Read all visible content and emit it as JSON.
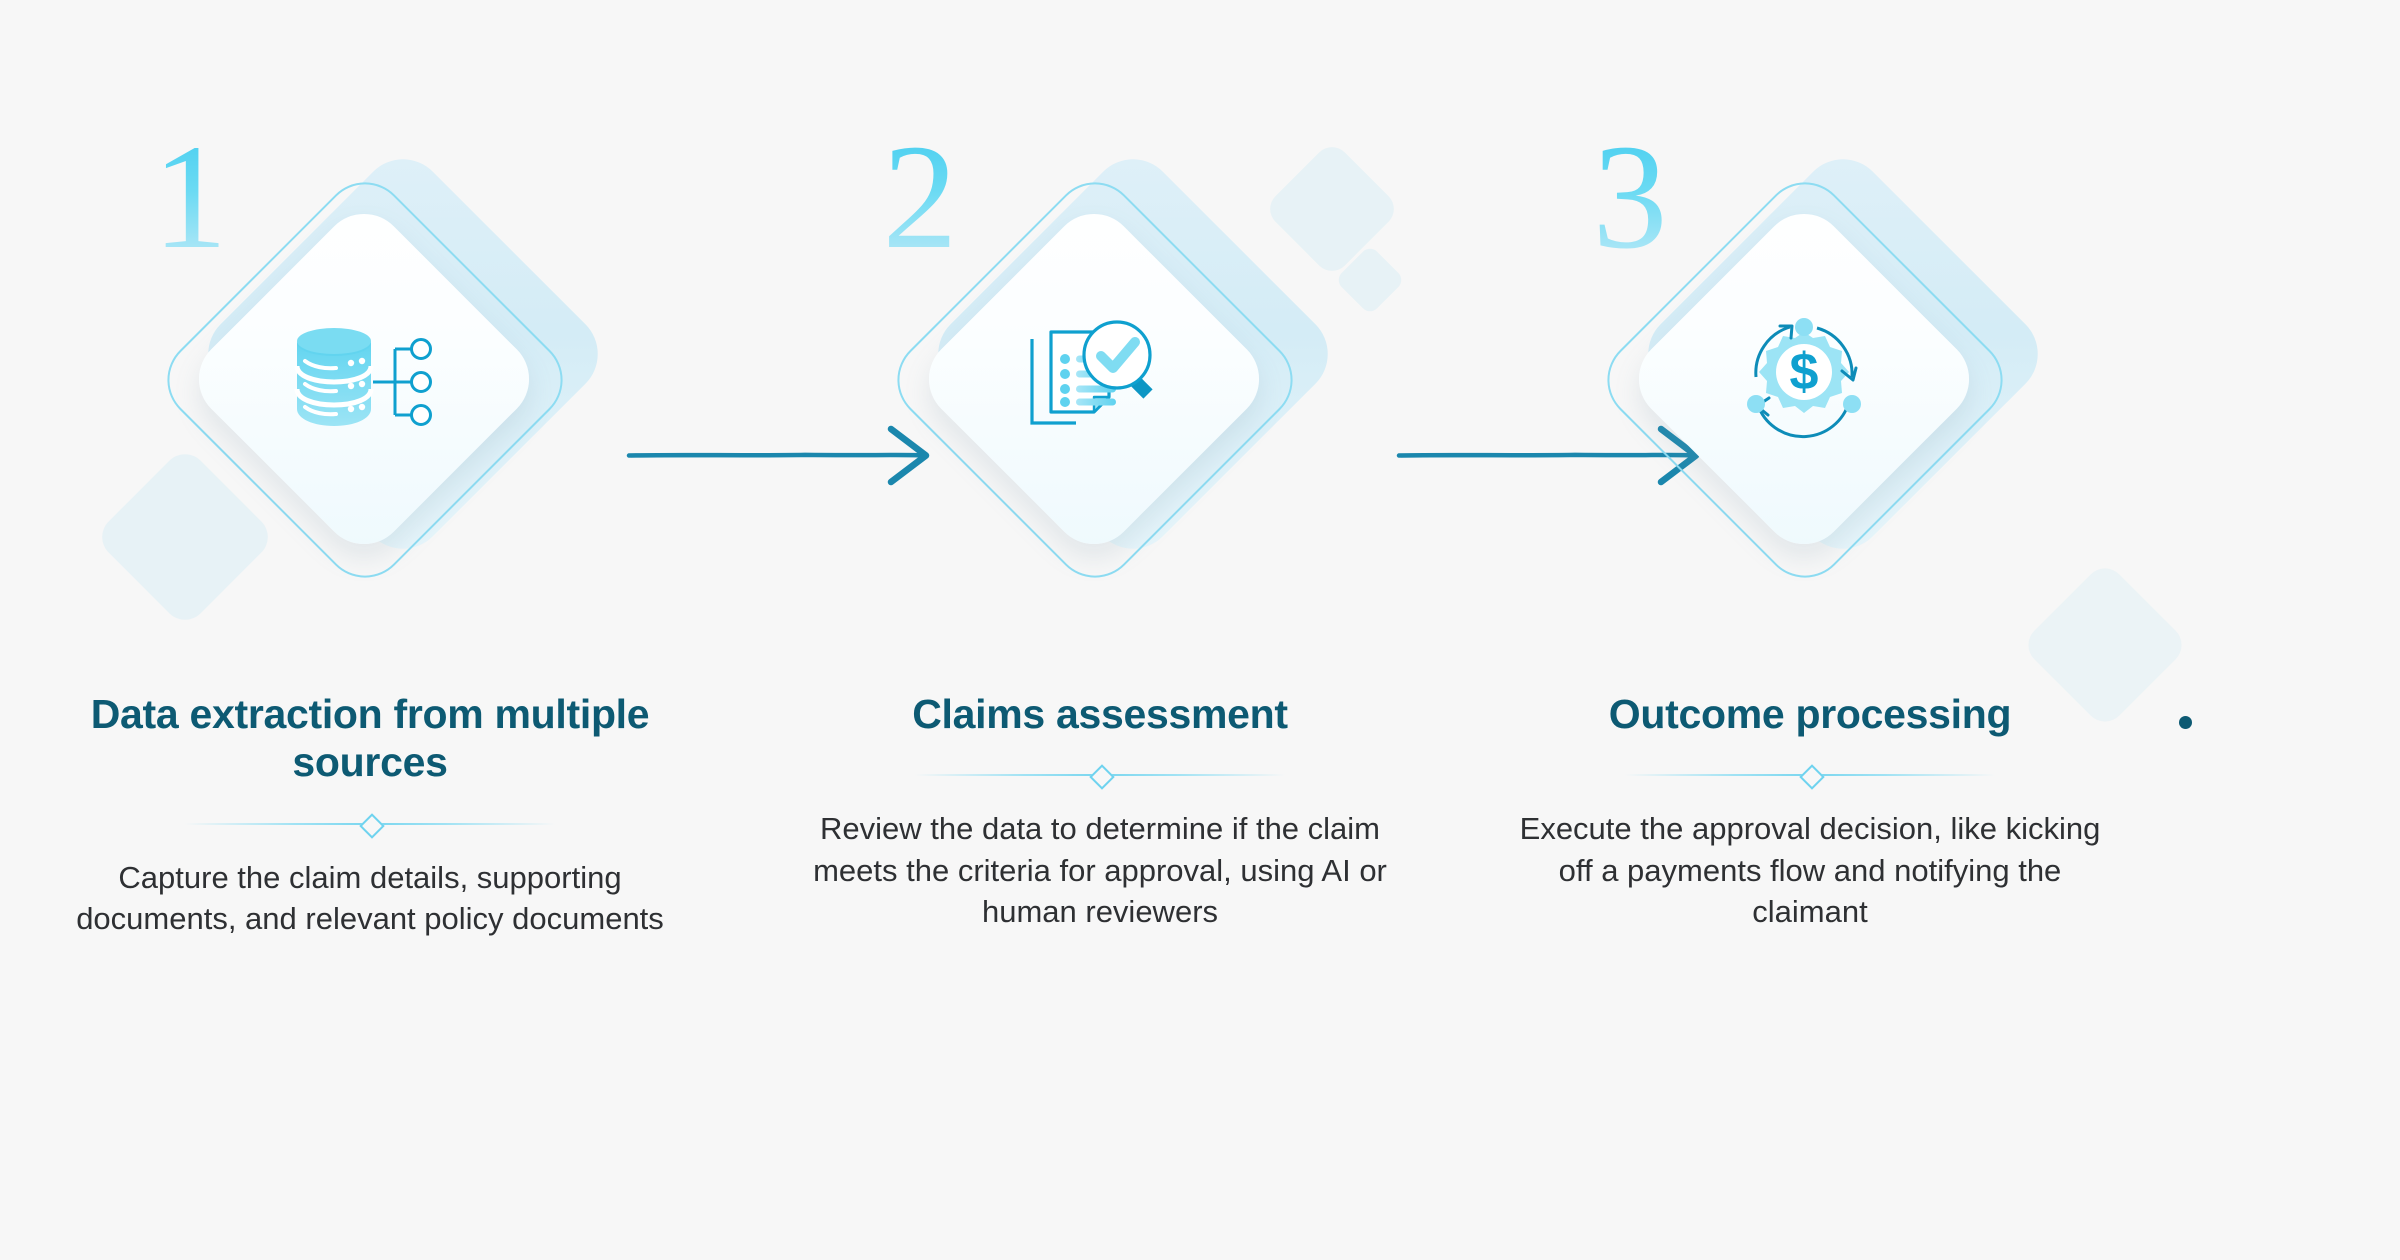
{
  "page": {
    "background_color": "#f7f7f7",
    "heading_color": "#0d5a73",
    "body_text_color": "#2e3033",
    "accent_color": "#45cdef",
    "arrow_color": "#1b87ad",
    "diamond_outline_color": "#8ddcf2",
    "decoration_color": "#daeef5"
  },
  "steps": [
    {
      "number": "1",
      "icon": "database-branch-icon",
      "title": "Data extraction from multiple sources",
      "description": "Capture the claim details, supporting documents, and relevant policy documents"
    },
    {
      "number": "2",
      "icon": "document-checklist-magnifier-icon",
      "title": "Claims assessment",
      "description": "Review the data to determine if the claim meets the criteria for approval, using AI or human reviewers"
    },
    {
      "number": "3",
      "icon": "gear-dollar-cycle-icon",
      "title": "Outcome processing",
      "description": "Execute the approval decision, like kicking off a payments flow and notifying the claimant"
    }
  ],
  "connectors": [
    {
      "name": "arrow-step-1-to-2",
      "direction": "right"
    },
    {
      "name": "arrow-step-2-to-3",
      "direction": "right"
    }
  ],
  "decorations": [
    {
      "name": "deco-diamond-left",
      "shape": "rounded-diamond"
    },
    {
      "name": "deco-diamond-top-large",
      "shape": "rounded-diamond"
    },
    {
      "name": "deco-diamond-top-small",
      "shape": "rounded-diamond"
    },
    {
      "name": "deco-diamond-right",
      "shape": "rounded-diamond"
    },
    {
      "name": "deco-dot-bottom-right",
      "shape": "circle"
    }
  ]
}
